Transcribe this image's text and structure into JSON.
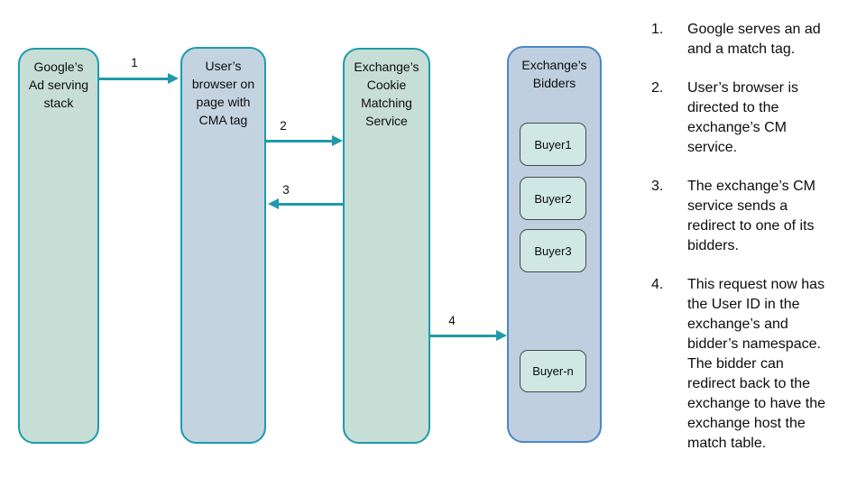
{
  "colors": {
    "teal": "#1e9aab",
    "blue": "#4a86c8",
    "sage": "#c7ded6",
    "bluegray": "#c4d3e0",
    "bluegray2": "#bfcfdf",
    "mint": "#cfe8e3",
    "text": "#0d0d0d"
  },
  "diagram": {
    "boxes": [
      {
        "title": "Google’s\nAd serving\nstack"
      },
      {
        "title": "User’s\nbrowser on\npage with\nCMA tag"
      },
      {
        "title": "Exchange’s\nCookie\nMatching\nService"
      },
      {
        "title": "Exchange’s\nBidders",
        "buyers": [
          "Buyer1",
          "Buyer2",
          "Buyer3",
          "Buyer-n"
        ]
      }
    ],
    "arrows": [
      {
        "label": "1"
      },
      {
        "label": "2"
      },
      {
        "label": "3"
      },
      {
        "label": "4"
      }
    ]
  },
  "steps": [
    {
      "num": "1.",
      "text": "Google serves an ad\nand a match tag."
    },
    {
      "num": "2.",
      "text": "User’s browser is\ndirected to the\nexchange’s CM\nservice."
    },
    {
      "num": "3.",
      "text": "The exchange’s CM\nservice sends a\nredirect to one of its\nbidders."
    },
    {
      "num": "4.",
      "text": "This request now has\nthe User ID in the\nexchange’s and\nbidder’s namespace.\nThe bidder can\nredirect back to the\nexchange to have the\nexchange host the\nmatch table."
    }
  ]
}
